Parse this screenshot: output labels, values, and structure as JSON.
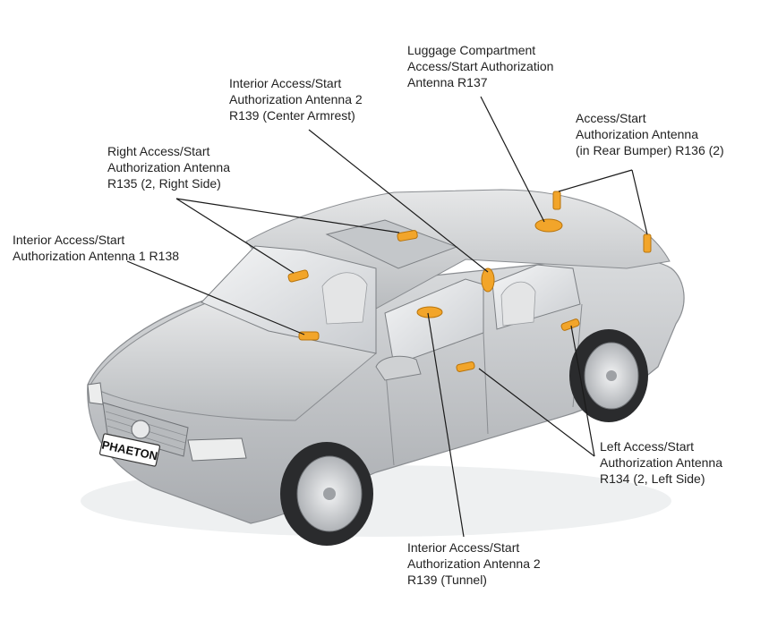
{
  "colors": {
    "antenna": "#f2a52a",
    "antenna_edge": "#b8740c",
    "body": "#d2d4d6",
    "line": "#1a1a1a"
  },
  "badge": "PHAETON",
  "labels": {
    "luggage": "Luggage Compartment\nAccess/Start Authorization\nAntenna R137",
    "center_armrest": "Interior Access/Start\nAuthorization Antenna 2\nR139 (Center Armrest)",
    "rear_bumper": "Access/Start\nAuthorization Antenna\n(in Rear Bumper) R136 (2)",
    "right_side": "Right Access/Start\nAuthorization Antenna\nR135 (2, Right Side)",
    "interior_1": "Interior Access/Start\nAuthorization Antenna 1 R138",
    "left_side": "Left Access/Start\nAuthorization Antenna\nR134 (2, Left Side)",
    "tunnel": "Interior Access/Start\nAuthorization Antenna 2\nR139 (Tunnel)"
  }
}
